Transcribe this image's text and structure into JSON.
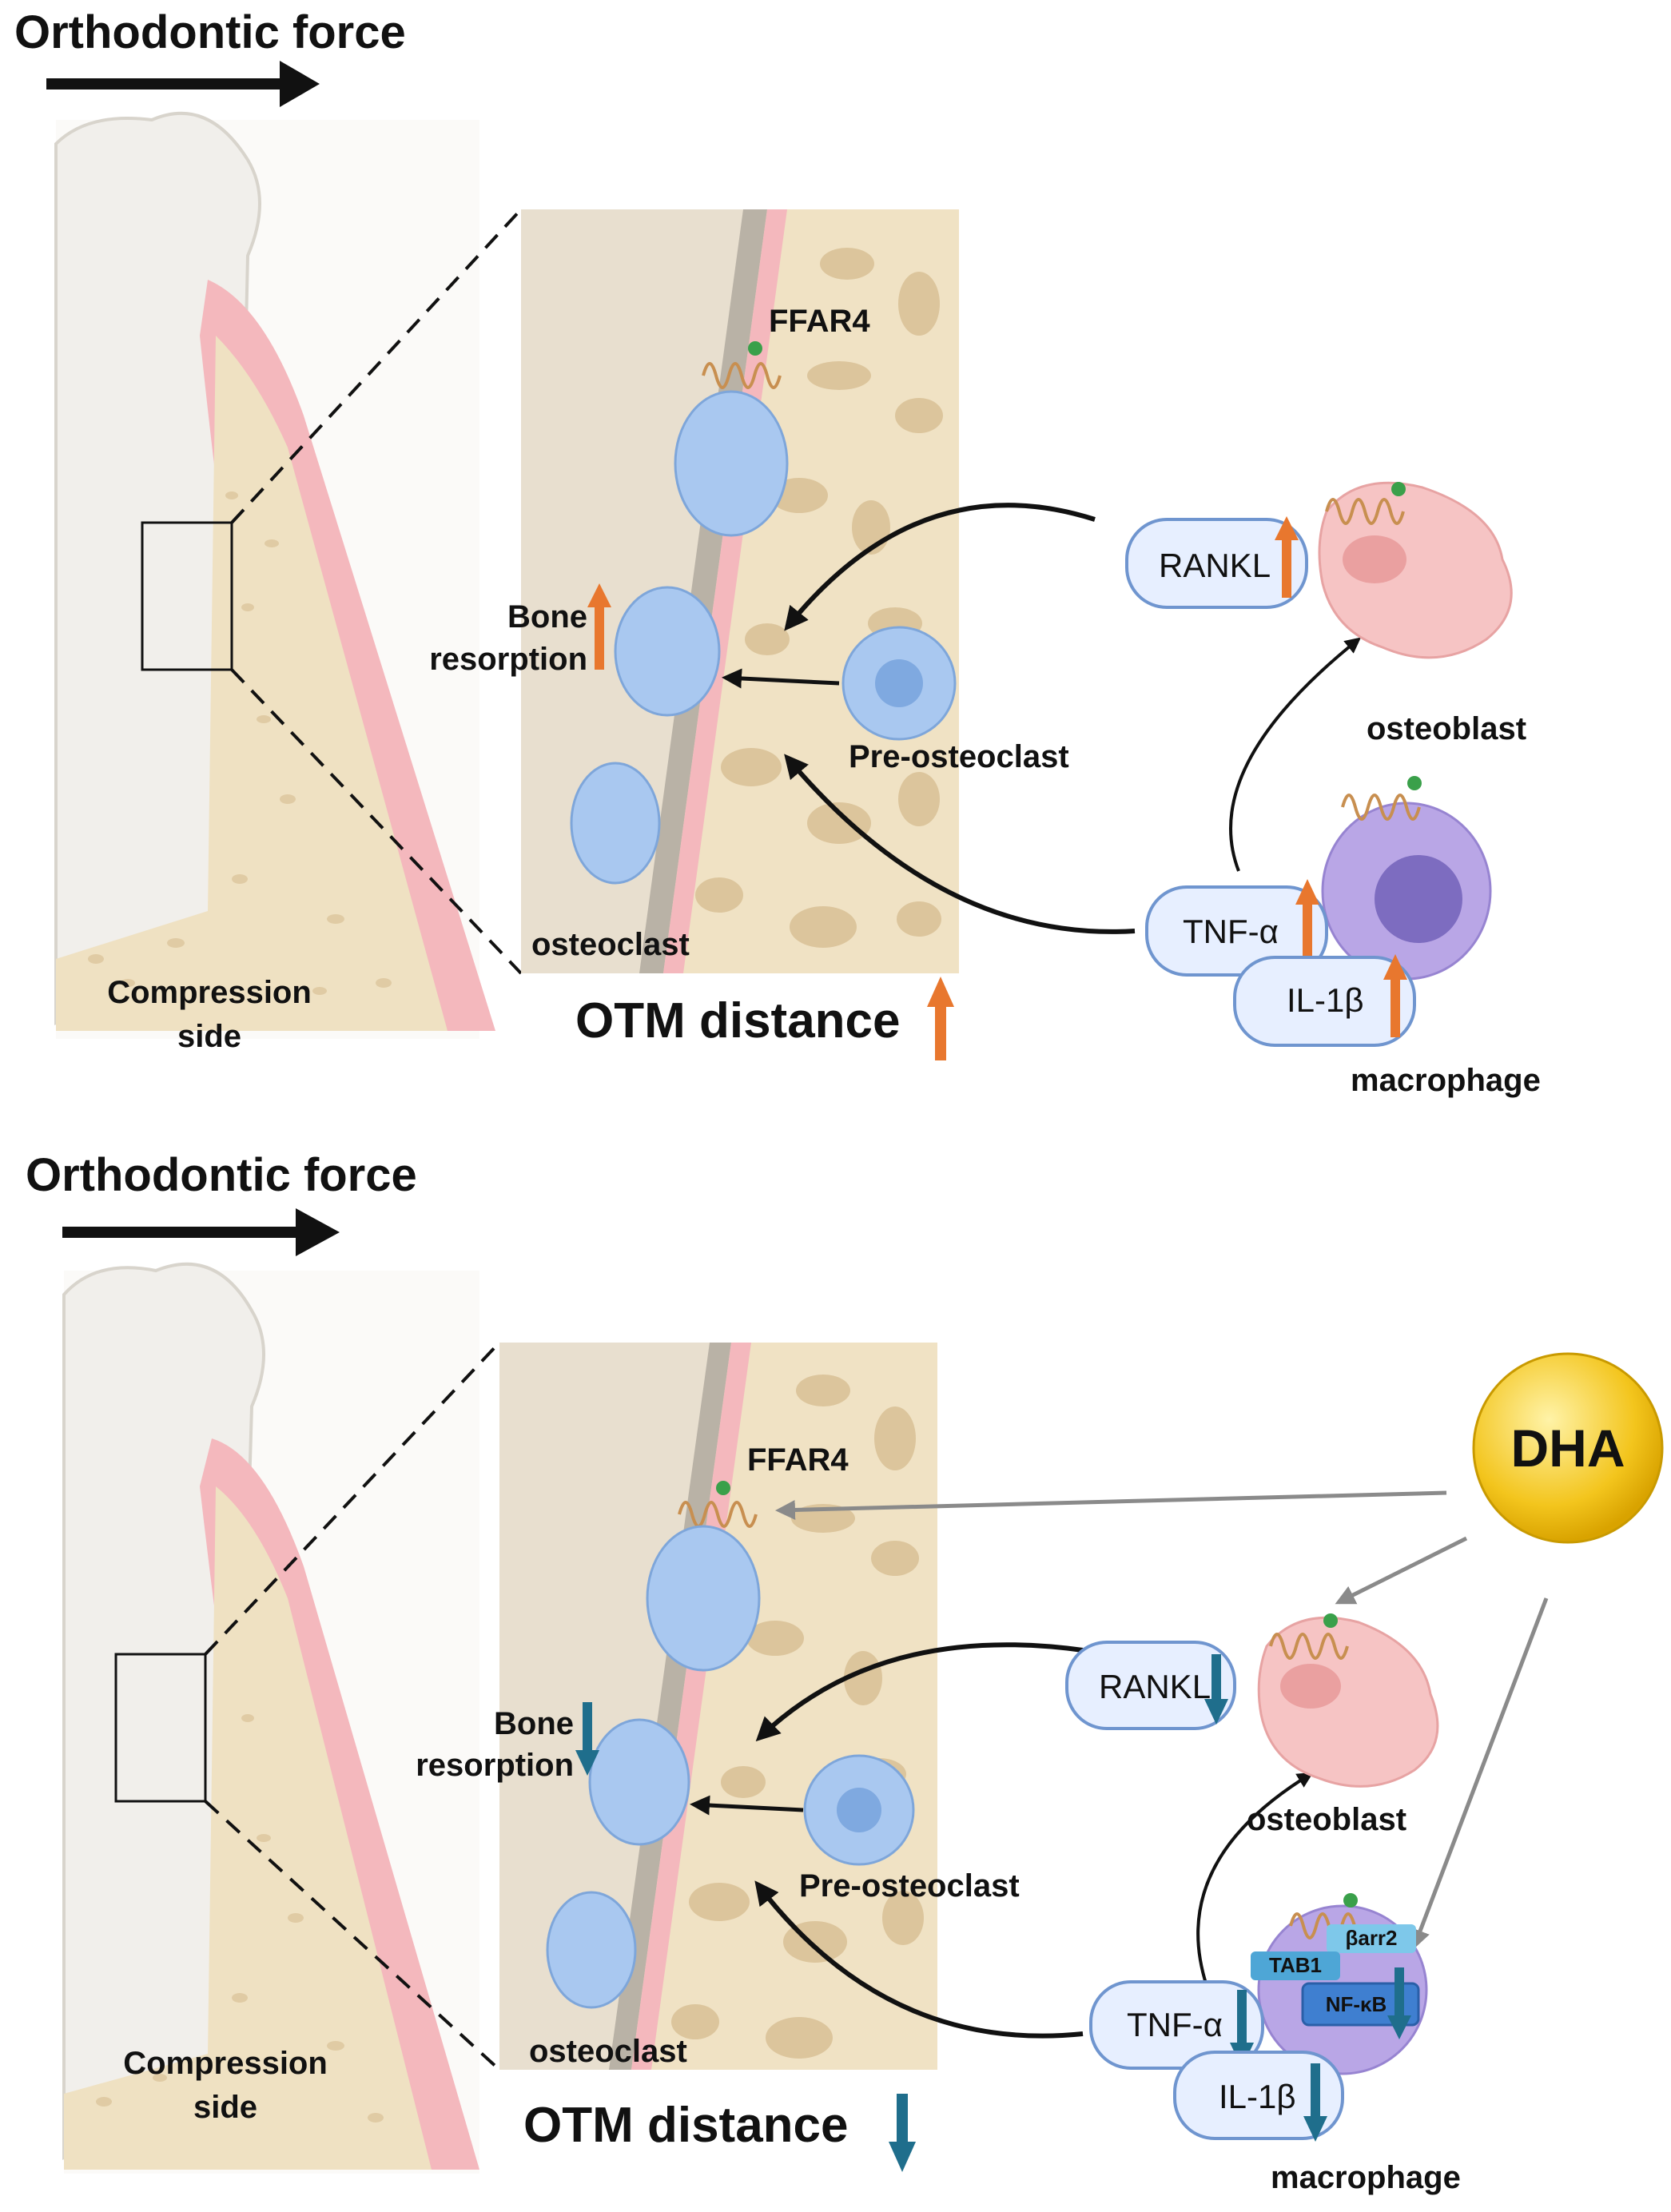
{
  "panels": [
    {
      "title": "Orthodontic force",
      "region_label": [
        "Compression",
        "side"
      ],
      "receptor": "FFAR4",
      "bone_resorption": [
        "Bone",
        "resorption"
      ],
      "pre_osteoclast": "Pre-osteoclast",
      "osteoclast": "osteoclast",
      "otm_distance": "OTM distance",
      "rankl": "RANKL",
      "osteoblast": "osteoblast",
      "tnf": "TNF-α",
      "il1b": "IL-1β",
      "macrophage": "macrophage",
      "direction": "up",
      "arrow_color": "#e8772e"
    },
    {
      "title": "Orthodontic force",
      "region_label": [
        "Compression",
        "side"
      ],
      "receptor": "FFAR4",
      "bone_resorption": [
        "Bone",
        "resorption"
      ],
      "pre_osteoclast": "Pre-osteoclast",
      "osteoclast": "osteoclast",
      "otm_distance": "OTM distance",
      "rankl": "RANKL",
      "osteoblast": "osteoblast",
      "tnf": "TNF-α",
      "il1b": "IL-1β",
      "macrophage": "macrophage",
      "direction": "down",
      "arrow_color": "#1f6e8c",
      "dha": "DHA",
      "signaling": [
        "βarr2",
        "TAB1",
        "NF-κB"
      ]
    }
  ],
  "colors": {
    "bone": "#f1e4c8",
    "bone_spot": "#dcc7a0",
    "gum": "#f3b6bb",
    "tooth": "#f4f2ee",
    "osteoclast": "#a9c8f0",
    "osteoblast": "#f6c4c4",
    "macrophage": "#b9a6e6",
    "dha": "#f3c51d"
  }
}
